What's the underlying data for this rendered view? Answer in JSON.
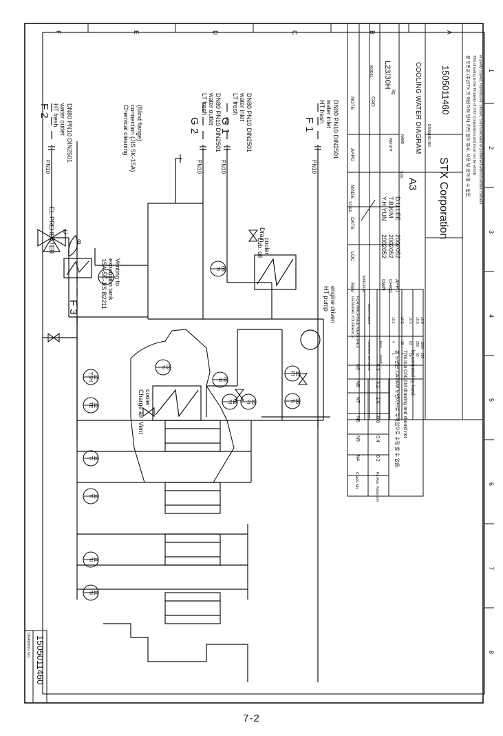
{
  "page_number": "7-2",
  "zone_letters": [
    "F",
    "E",
    "D",
    "C",
    "B",
    "A"
  ],
  "zone_numbers": [
    "1",
    "2",
    "3",
    "4",
    "5",
    "6",
    "7",
    "8"
  ],
  "connections": {
    "F2": {
      "tag": "F 2",
      "l1": "HT fresh",
      "l2": "water outlet",
      "l3": "DN80 PN10 DIN2501"
    },
    "G2": {
      "tag": "G 2",
      "l1": "LT fresh",
      "l2": "water outlet",
      "l3": "DN80 PN10 DIN2501"
    },
    "G1": {
      "tag": "G 1",
      "l1": "LT fresh",
      "l2": "water inlet",
      "l3": "DN80 PN10 DIN2501"
    },
    "F1": {
      "tag": "F 1",
      "l1": "HT fresh",
      "l2": "water inlet",
      "l3": "DN80 PN10 DIN2501"
    },
    "F3": {
      "tag": "F 3",
      "l1": "Venting to",
      "l2": "expansion tank",
      "l3": "15A-5K-JIS B2211"
    }
  },
  "flange_label": "PN10",
  "labels": {
    "chem1": "Chemical cleaning",
    "chem2": "connection (JIS 5K-15A)",
    "chem3": "(Blind flange)",
    "preheater": "EL-PREHEATER",
    "drain": "Drain",
    "lub1": "Lub. oil",
    "lub2": "cooler",
    "charge1": "Charge air",
    "charge2": "cooler",
    "vent": "Vent",
    "pump1": "HT pump",
    "pump2": "engine driven",
    "valve_c": "C",
    "valve_b": "B"
  },
  "instruments": [
    {
      "id": "ts19",
      "t": "TS",
      "n": "19"
    },
    {
      "id": "te12",
      "t": "TE",
      "n": "12"
    },
    {
      "id": "tsh12",
      "t": "TSH",
      "n": "12"
    },
    {
      "id": "ti11a",
      "t": "TI",
      "n": "11"
    },
    {
      "id": "ti11b",
      "t": "TI",
      "n": "11"
    },
    {
      "id": "ti11c",
      "t": "TI",
      "n": "11"
    },
    {
      "id": "ti11d",
      "t": "TI",
      "n": "11"
    },
    {
      "id": "ti02",
      "t": "TI",
      "n": "02"
    },
    {
      "id": "ti01",
      "t": "TI",
      "n": "01"
    },
    {
      "id": "pi01",
      "t": "PI",
      "n": "01"
    },
    {
      "id": "pi10",
      "t": "PI",
      "n": "10"
    },
    {
      "id": "pt10",
      "t": "PT",
      "n": "10"
    },
    {
      "id": "ti10",
      "t": "TI",
      "n": "10"
    },
    {
      "id": "ti03",
      "t": "TI",
      "n": "03"
    }
  ],
  "title_block": {
    "note": "NOTE",
    "model_label": "MODEL",
    "model": "L23/30H",
    "cad": "CAD",
    "weight_label": "WEIGHT",
    "weight_unit": "kg",
    "name_label": "NAME",
    "title": "COOLING WATER DIAGRAM",
    "size_label": "SIZE",
    "size": "A3",
    "scale_label": "SCALE",
    "drawing_no_label": "DRAWING NO.",
    "drawing_no": "1505011460",
    "company": "STX Corporation",
    "rev": "REV",
    "loc": "LOC",
    "date": "DATE",
    "made": "MADE",
    "appd": "APPD",
    "material": "MATERIAL",
    "rows": [
      {
        "role": "DWN",
        "date": "2002052",
        "name": "Y.H.YUN"
      },
      {
        "role": "CHKD",
        "date": "2002052",
        "name": "T.B.KIM"
      },
      {
        "role": "APPD",
        "date": "2002052",
        "name": "D.U.LEE"
      }
    ],
    "prop_kr": "본 도면은 (주)STX 의 재산이며 당사 허락 없이 복사, 사용 및 공개 할 수 없음.",
    "prop_en1": "This drawing is the Property of STX Corporation and must not be wholly",
    "prop_en2": "or partly copied, reproduced, utilized, communicated or published without written consent.",
    "tol_title1": "GENERAL TOLERANCE",
    "tol_title2": "FOR MACHINED MEASURES",
    "tol_nominal": "NOMINAL MEASURE",
    "tol_tolerances": "TOLERANCES",
    "tol_over": "OVER",
    "tol_max": "MAX.",
    "tol_rows": [
      [
        "1",
        "4",
        "±0.1"
      ],
      [
        "4",
        "16",
        "±0.2"
      ],
      [
        "16",
        "63",
        "±0.3"
      ],
      [
        "63",
        "250",
        "±0.5"
      ],
      [
        "250",
        "1000",
        "±0.8"
      ]
    ],
    "class_head": "Class No",
    "ra_head": "Ra Max. Value(μm)",
    "class_values": [
      "N4",
      "N5",
      "N6",
      "N7",
      "N8",
      "N9"
    ],
    "ra_values": [
      "0.2",
      "0.4",
      "0.8",
      "1.6",
      "3.2",
      "6.3"
    ],
    "cadam_kr": "본 도면은 CADAM 도면이므로 수작업으로 수정 할 수 없음.",
    "cadam_en1": "This is a CADAM drawing and should not",
    "cadam_en2": "be corrected by hand"
  },
  "corner_box": {
    "label": "DRAWING NO.",
    "value": "1505011460"
  }
}
